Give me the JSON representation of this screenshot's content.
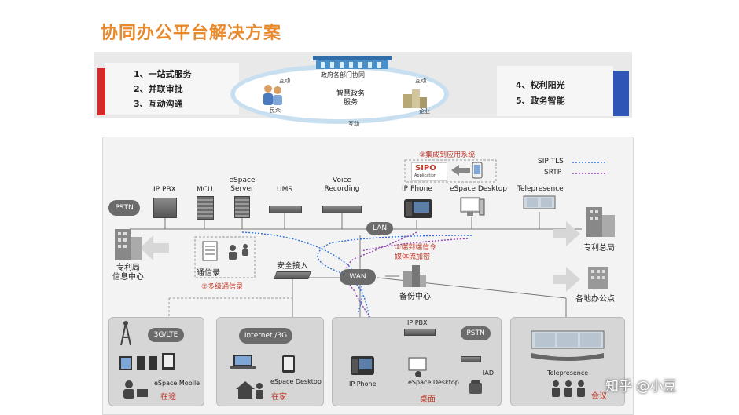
{
  "title": "协同办公平台解决方案",
  "top_band": {
    "left_items": [
      "1、一站式服务",
      "2、并联审批",
      "3、互动沟通"
    ],
    "right_items": [
      "4、权利阳光",
      "5、政务智能"
    ],
    "center_label": "智慧政务\n服务",
    "top_node": "政府各部门协同",
    "left_node": "民众",
    "right_node": "企业",
    "interact_label": "互动",
    "ring_color": "#c8dff0"
  },
  "diagram": {
    "legend": {
      "sip_tls": "SIP TLS",
      "srtp": "SRTP",
      "sip_color": "#2f6fd1",
      "srtp_color": "#8e44ad"
    },
    "apps": {
      "step3": "③集成到应用系统",
      "sipo": "SIPO",
      "sipo_sub": "Application"
    },
    "devices": {
      "ip_pbx": "IP PBX",
      "mcu": "MCU",
      "espace_server": "eSpace\nServer",
      "ums": "UMS",
      "voice_recording": "Voice\nRecording",
      "ip_phone": "IP Phone",
      "espace_desktop": "eSpace Desktop",
      "telepresence": "Telepresence",
      "pstn": "PSTN",
      "lan": "LAN",
      "wan": "WAN",
      "secure_access": "安全接入",
      "backup_center": "备份中心",
      "patent_office": "专利局\n信息中心",
      "patent_hq": "专利总局",
      "branch_offices": "各地办公点",
      "directory": "通信录",
      "step2": "②多级通信录",
      "step1": "①端到端信令\n媒体流加密"
    },
    "zones": {
      "mobile": {
        "network": "3G/LTE",
        "app": "eSpace Mobile",
        "label": "在途"
      },
      "home": {
        "network": "Internet /3G",
        "app": "eSpace Desktop",
        "label": "在家"
      },
      "desk": {
        "pbx": "IP PBX",
        "pstn": "PSTN",
        "iad": "IAD",
        "phone": "IP Phone",
        "app": "eSpace Desktop",
        "label": "桌面"
      },
      "meeting": {
        "device": "Telepresence",
        "label": "会议"
      }
    }
  },
  "watermark": "知乎 @小豆",
  "colors": {
    "title": "#e8892c",
    "red_bar": "#d42a2a",
    "blue_bar": "#2f56b6",
    "label_red": "#c0392b"
  }
}
